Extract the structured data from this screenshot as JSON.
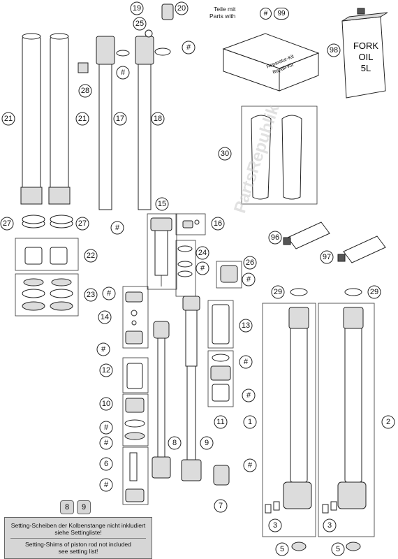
{
  "legend": {
    "line1": "Teile mit",
    "line2": "Parts with",
    "hash": "#",
    "number": "99"
  },
  "oil_can": {
    "label_line1": "FORK",
    "label_line2": "OIL",
    "label_line3": "5L"
  },
  "repair_kit_box": {
    "label_line1": "Reparatur-Kit",
    "label_line2": "Repair-Kit"
  },
  "note": {
    "badges": [
      "8",
      "9"
    ],
    "german_line1": "Setting-Scheiben der Kolbenstange nicht inkludiert",
    "german_line2": "siehe Settingliste!",
    "english_line1": "Setting-Shims of piston rod not included",
    "english_line2": "see setting list!"
  },
  "watermark": "PartsRepublik",
  "callouts": [
    {
      "id": "c19",
      "label": "19",
      "shape": "circle"
    },
    {
      "id": "c20",
      "label": "20",
      "shape": "circle"
    },
    {
      "id": "c25",
      "label": "25",
      "shape": "circle"
    },
    {
      "id": "cHashTop",
      "label": "#",
      "shape": "circle"
    },
    {
      "id": "cHashMid",
      "label": "#",
      "shape": "circle"
    },
    {
      "id": "c28",
      "label": "28",
      "shape": "circle"
    },
    {
      "id": "c21a",
      "label": "21",
      "shape": "circle"
    },
    {
      "id": "c21b",
      "label": "21",
      "shape": "circle"
    },
    {
      "id": "c17",
      "label": "17",
      "shape": "circle"
    },
    {
      "id": "c18",
      "label": "18",
      "shape": "circle"
    },
    {
      "id": "c98",
      "label": "98",
      "shape": "circle"
    },
    {
      "id": "c30",
      "label": "30",
      "shape": "circle"
    },
    {
      "id": "c15",
      "label": "15",
      "shape": "circle"
    },
    {
      "id": "c16",
      "label": "16",
      "shape": "circle"
    },
    {
      "id": "c27a",
      "label": "27",
      "shape": "circle"
    },
    {
      "id": "c27b",
      "label": "27",
      "shape": "circle"
    },
    {
      "id": "cHash15",
      "label": "#",
      "shape": "circle"
    },
    {
      "id": "c96",
      "label": "96",
      "shape": "circle"
    },
    {
      "id": "c97",
      "label": "97",
      "shape": "circle"
    },
    {
      "id": "c22",
      "label": "22",
      "shape": "circle"
    },
    {
      "id": "c24",
      "label": "24",
      "shape": "circle"
    },
    {
      "id": "cHash24",
      "label": "#",
      "shape": "circle"
    },
    {
      "id": "c26",
      "label": "26",
      "shape": "circle"
    },
    {
      "id": "cHash26",
      "label": "#",
      "shape": "circle"
    },
    {
      "id": "c23",
      "label": "23",
      "shape": "circle"
    },
    {
      "id": "cHash14a",
      "label": "#",
      "shape": "circle"
    },
    {
      "id": "c14",
      "label": "14",
      "shape": "circle"
    },
    {
      "id": "cHash14b",
      "label": "#",
      "shape": "circle"
    },
    {
      "id": "c29a",
      "label": "29",
      "shape": "circle"
    },
    {
      "id": "c29b",
      "label": "29",
      "shape": "circle"
    },
    {
      "id": "c13",
      "label": "13",
      "shape": "circle"
    },
    {
      "id": "cHash11a",
      "label": "#",
      "shape": "circle"
    },
    {
      "id": "c12",
      "label": "12",
      "shape": "circle"
    },
    {
      "id": "cHash11b",
      "label": "#",
      "shape": "circle"
    },
    {
      "id": "c10",
      "label": "10",
      "shape": "circle"
    },
    {
      "id": "cHash10a",
      "label": "#",
      "shape": "circle"
    },
    {
      "id": "cHash10b",
      "label": "#",
      "shape": "circle"
    },
    {
      "id": "c11",
      "label": "11",
      "shape": "circle"
    },
    {
      "id": "c1",
      "label": "1",
      "shape": "circle"
    },
    {
      "id": "c2",
      "label": "2",
      "shape": "circle"
    },
    {
      "id": "c8",
      "label": "8",
      "shape": "circle"
    },
    {
      "id": "c9",
      "label": "9",
      "shape": "circle"
    },
    {
      "id": "c6",
      "label": "6",
      "shape": "circle"
    },
    {
      "id": "cHash6",
      "label": "#",
      "shape": "circle"
    },
    {
      "id": "cHash7",
      "label": "#",
      "shape": "circle"
    },
    {
      "id": "c7",
      "label": "7",
      "shape": "circle"
    },
    {
      "id": "c3a",
      "label": "3",
      "shape": "circle"
    },
    {
      "id": "c3b",
      "label": "3",
      "shape": "circle"
    },
    {
      "id": "c5a",
      "label": "5",
      "shape": "circle"
    },
    {
      "id": "c5b",
      "label": "5",
      "shape": "circle"
    }
  ]
}
